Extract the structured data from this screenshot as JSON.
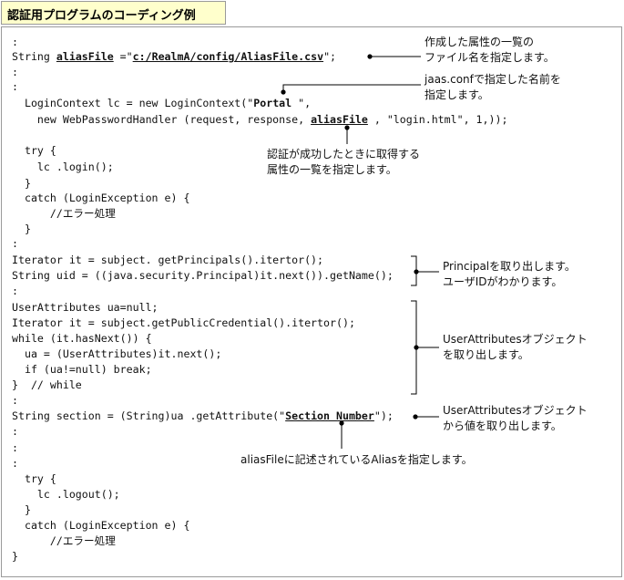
{
  "title": "認証用プログラムのコーディング例",
  "code": {
    "ellipsis": ":",
    "l_string_pre": "String ",
    "aliasFile_var": "aliasFile",
    "l_string_eq": " =\"",
    "alias_path": "c:/RealmA/config/AliasFile.csv",
    "l_string_end": "\";",
    "l_login_pre": "  LoginContext lc = new LoginContext(\"",
    "portal": "Portal",
    "l_login_post": " \",",
    "l_handler_pre": "    new WebPasswordHandler (request, response, ",
    "aliasFile_arg": "aliasFile",
    "l_handler_post": " , \"login.html\", 1,));",
    "l_try": "  try {",
    "l_login_call": "    lc .login();",
    "l_close_indent": "  }",
    "l_catch": "  catch (LoginException e) {",
    "l_comment": "      //エラー処理",
    "l_iter1": "Iterator it = subject. getPrincipals().itertor();",
    "l_uid": "String uid = ((java.security.Principal)it.next()).getName();",
    "l_ua_null": "UserAttributes ua=null;",
    "l_iter2": "Iterator it = subject.getPublicCredential().itertor();",
    "l_while": "while (it.hasNext()) {",
    "l_ua_assign": "  ua = (UserAttributes)it.next();",
    "l_if": "  if (ua!=null) break;",
    "l_end_while": "}  // while",
    "l_section_pre": "String section = (String)ua .getAttribute(\"",
    "section_number": "Section Number",
    "l_section_post": "\");",
    "l_try2": "  try {",
    "l_logout": "    lc .logout();",
    "l_catch2": "  catch (LoginException e) {",
    "l_comment2": "      //エラー処理",
    "l_close_final": "}"
  },
  "notes": {
    "n1_line1": "作成した属性の一覧の",
    "n1_line2": "ファイル名を指定します。",
    "n2_line1": "jaas.confで指定した名前を",
    "n2_line2": "指定します。",
    "n3_line1": "認証が成功したときに取得する",
    "n3_line2": "属性の一覧を指定します。",
    "n4_line1": "Principalを取り出します。",
    "n4_line2": "ユーザIDがわかります。",
    "n5_line1": "UserAttributesオブジェクト",
    "n5_line2": "を取り出します。",
    "n6_line1": "UserAttributesオブジェクト",
    "n6_line2": "から値を取り出します。",
    "n7": "aliasFileに記述されているAliasを指定します。"
  },
  "colors": {
    "title_bg": "#ffffcc",
    "border": "#9a9a9a"
  }
}
